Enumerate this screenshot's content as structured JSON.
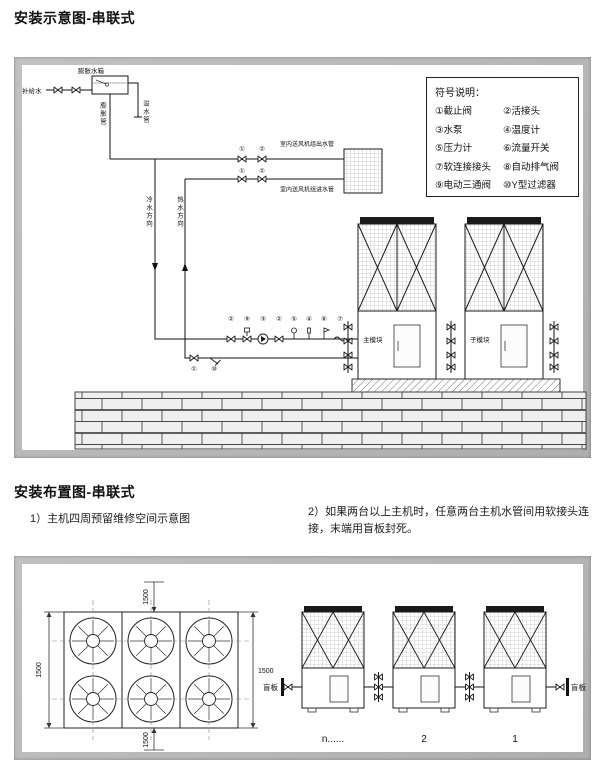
{
  "page": {
    "section1_title": "安装示意图-串联式",
    "section2_title": "安装布置图-串联式",
    "note1": "1）主机四周预留维修空间示意图",
    "note2_line1": "2）如果两台以上主机时，任意两台主机水管间用软接头连",
    "note2_line2": "接，末端用盲板封死。"
  },
  "legend": {
    "title": "符号说明：",
    "items": [
      "①截止阀",
      "②活接头",
      "③水泵",
      "④温度计",
      "⑤压力计",
      "⑥流量开关",
      "⑦软连接接头",
      "⑧自动排气阀",
      "⑨电动三通阀",
      "⑩Y型过滤器"
    ]
  },
  "schematic": {
    "labels": {
      "expansion_tank": "膨胀水箱",
      "makeup_water": "补给水",
      "expansion_pipe": "膨胀管",
      "overflow_pipe": "溢水管",
      "cold_direction": "冷水方向",
      "hot_direction": "热水方向",
      "fcu_outlet": "室内送风机组出水管",
      "fcu_inlet": "室内送风机组进水管",
      "main_module": "主模块",
      "sub_module": "子模块"
    },
    "numbers_fcu_top": [
      "①",
      "②"
    ],
    "numbers_fcu_bottom": [
      "①",
      "②"
    ],
    "numbers_cold_run": [
      "②",
      "⑨",
      "③",
      "②",
      "⑤",
      "④",
      "⑥",
      "⑦"
    ],
    "numbers_hot_run": [
      "①",
      "⑩"
    ]
  },
  "layout": {
    "dimension": "1500",
    "blind_plate": "盲板",
    "unit_n": "n......",
    "unit_2": "2",
    "unit_1": "1"
  },
  "colors": {
    "panel_gray": "#b4b4b6",
    "line_black": "#1a1a1a"
  }
}
